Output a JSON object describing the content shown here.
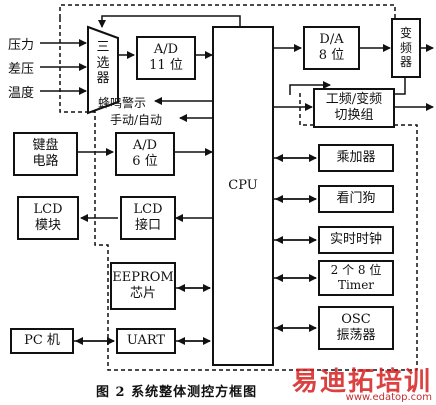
{
  "inputs": {
    "pressure": "压力",
    "diff_pressure": "差压",
    "temperature": "温度"
  },
  "blocks": {
    "selector": "三\n选\n器",
    "ad11": "A/D\n11 位",
    "cpu": "CPU",
    "da8": "D/A\n8 位",
    "inverter": "变\n频\n器",
    "switch_group": "工频/变频\n切换组",
    "keyboard": "键盘\n电路",
    "ad6": "A/D\n6 位",
    "lcd_module": "LCD\n模块",
    "lcd_interface": "LCD\n接口",
    "eeprom": "EEPROM\n芯片",
    "pc": "PC 机",
    "uart": "UART",
    "multiplier": "乘加器",
    "watchdog": "看门狗",
    "rtc": "实时时钟",
    "timer": "2 个 8 位\nTimer",
    "osc": "OSC\n振荡器"
  },
  "labels": {
    "buzzer": "蜂鸣警示",
    "manual_auto": "手动/自动"
  },
  "caption": "图 2   系统整体测控方框图",
  "watermark": {
    "brand": "易迪拓培训",
    "url": "www.edatop.com"
  },
  "colors": {
    "line": "#111111",
    "watermark": "#d72020"
  }
}
